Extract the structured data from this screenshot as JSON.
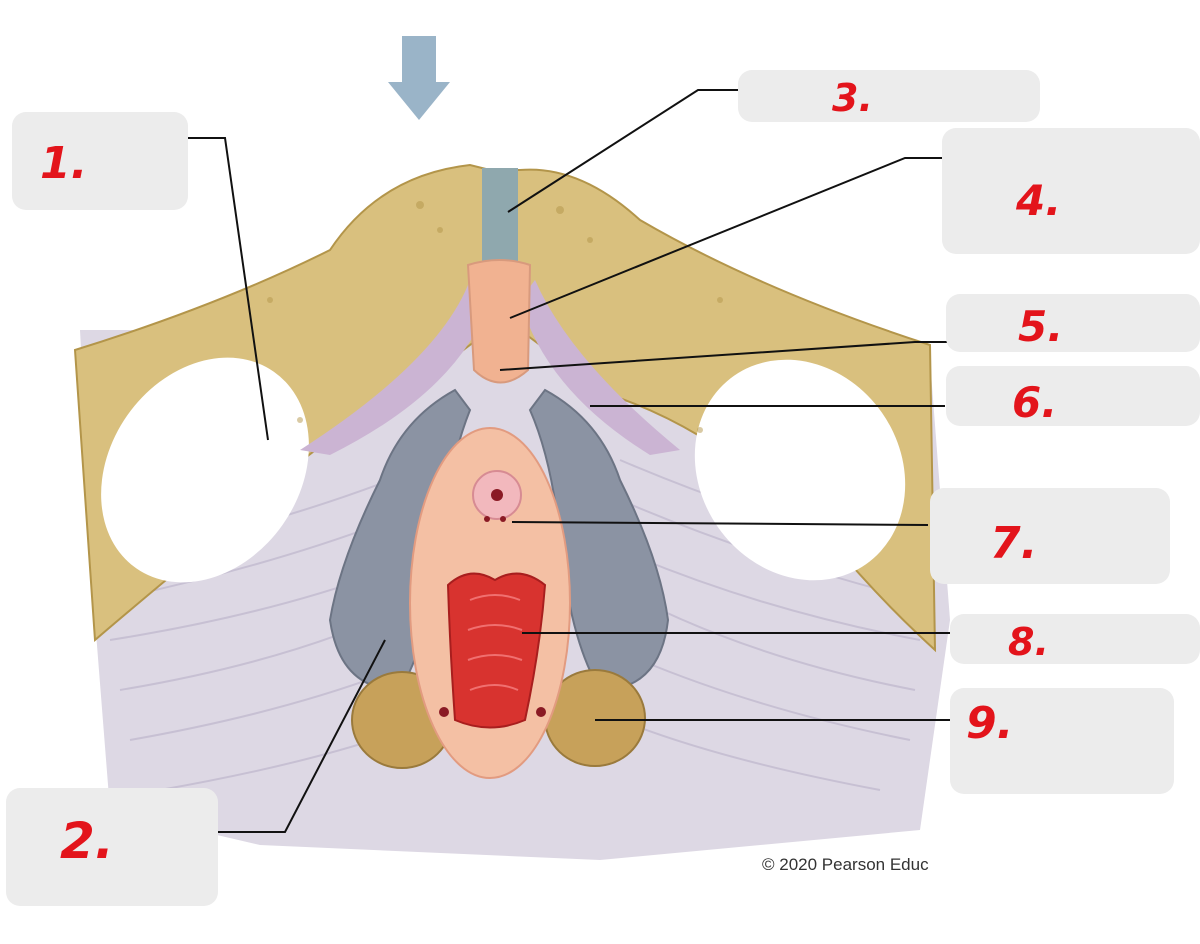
{
  "diagram": {
    "labels": [
      "1.",
      "2.",
      "3.",
      "4.",
      "5.",
      "6.",
      "7.",
      "8.",
      "9."
    ],
    "copyright": "© 2020 Pearson Educ",
    "colors": {
      "bone": "#d9c07e",
      "bone_shadow": "#b3954a",
      "muscle": "#ddd8e4",
      "muscle_stripe": "#c7c0d3",
      "gland": "#8b93a3",
      "vestibule": "#f4c0a4",
      "vaginal_orifice": "#d8332f",
      "urethral_orifice": "#f2b8bd",
      "clitoris": "#f1b291",
      "ligament": "#8fa8ae",
      "label_text": "#e3141b",
      "label_box": "#ececec",
      "arrow": "#9ab4c8"
    }
  }
}
